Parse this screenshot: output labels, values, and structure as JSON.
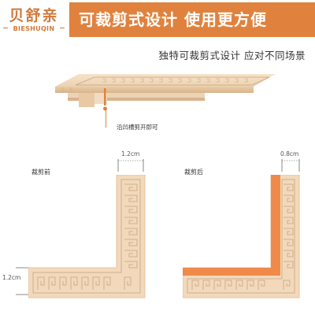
{
  "brand": {
    "name_cn": "贝舒亲",
    "name_en": "BIESHUQIN"
  },
  "headline": "可裁剪式设计 使用更方便",
  "subtitle": "独特可裁剪式设计 应对不同场景",
  "product": {
    "callout": "沿凹槽剪开即可"
  },
  "before": {
    "label": "裁剪前",
    "width_top": "1.2cm",
    "width_left": "1.2cm"
  },
  "after": {
    "label": "裁剪后",
    "width_top": "0.8cm"
  },
  "colors": {
    "accent": "#e0823e",
    "beige": "#f2d9bc",
    "beige_dark": "#e6c49e",
    "pattern": "#c9a27a",
    "cut": "#f08a4b"
  }
}
